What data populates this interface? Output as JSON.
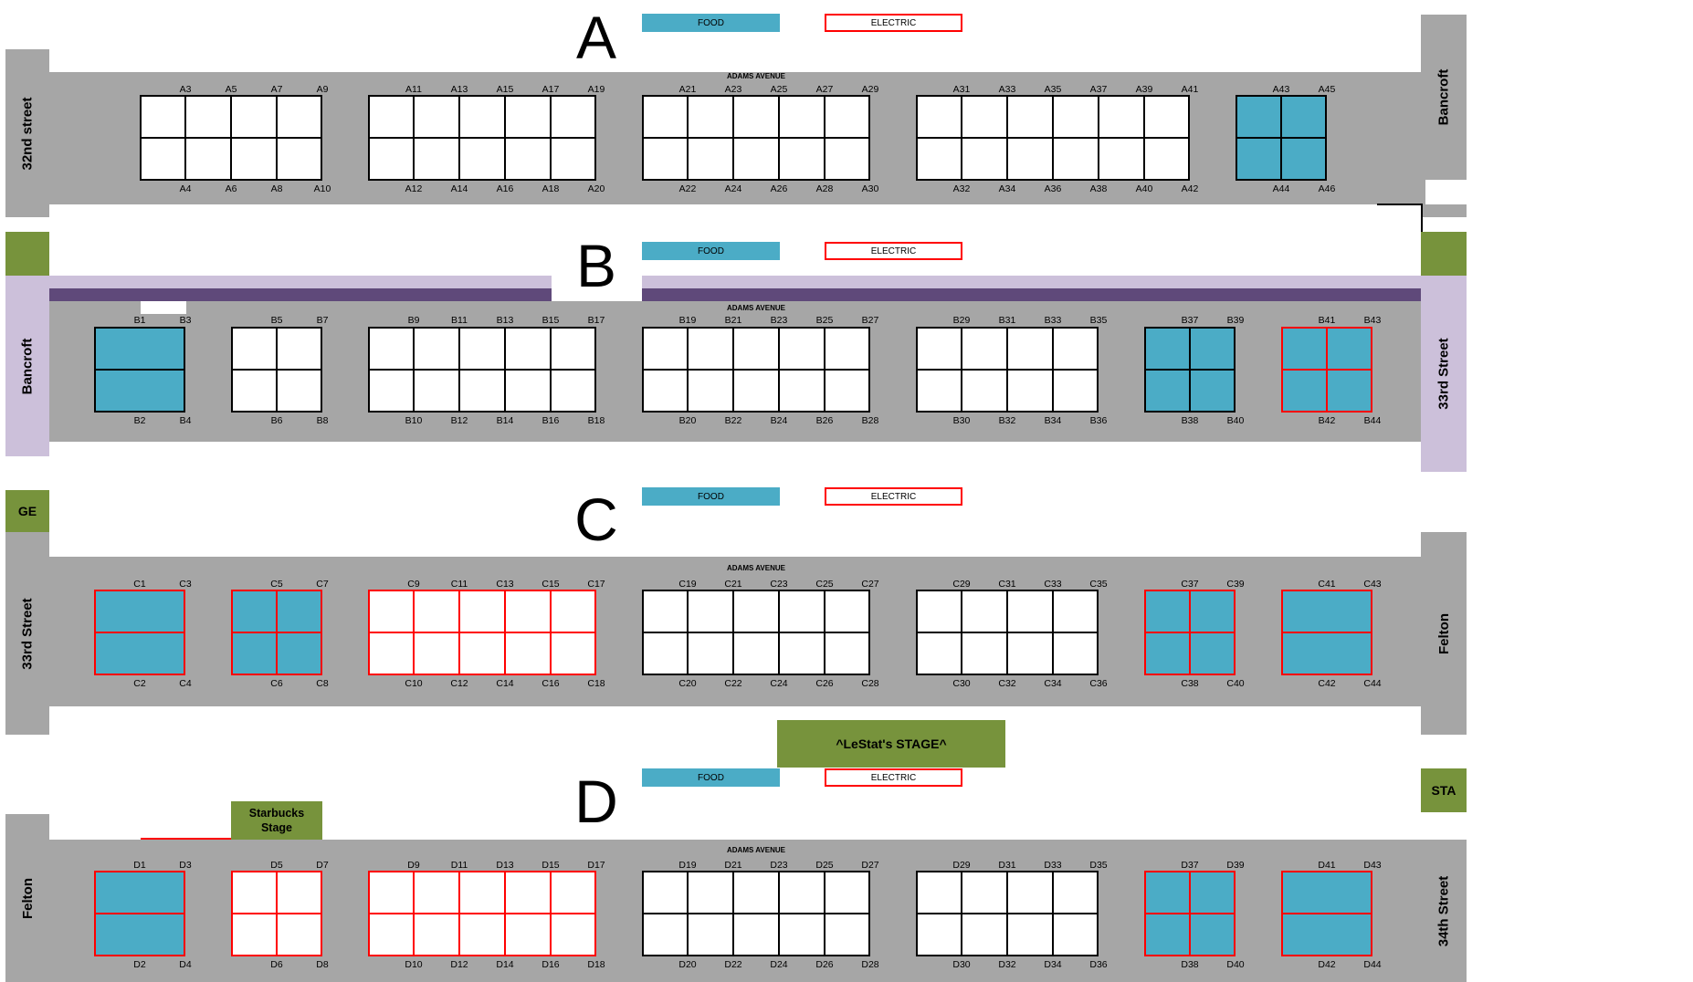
{
  "colors": {
    "road": "#a6a6a6",
    "lavender": "#ccc0da",
    "purple": "#5f497a",
    "green": "#77933c",
    "food": "#4bacc6",
    "electric_border": "#ff0000",
    "booth": "#ffffff"
  },
  "legend": {
    "food": "FOOD",
    "electric": "ELECTRIC"
  },
  "avenue_label": "ADAMS AVENUE",
  "stages": {
    "lestat": "^LeStat's STAGE^",
    "starbucks": "Starbucks Stage",
    "ge": "GE",
    "sta": "STA"
  },
  "sections": [
    {
      "letter": "A",
      "left_street": "32nd street",
      "right_street": "Bancroft",
      "groups": [
        {
          "top": [
            "A3",
            "A5",
            "A7",
            "A9"
          ],
          "bottom": [
            "A4",
            "A6",
            "A8",
            "A10"
          ],
          "food": false,
          "electric": false
        },
        {
          "top": [
            "A11",
            "A13",
            "A15",
            "A17",
            "A19"
          ],
          "bottom": [
            "A12",
            "A14",
            "A16",
            "A18",
            "A20"
          ],
          "food": false,
          "electric": false
        },
        {
          "top": [
            "A21",
            "A23",
            "A25",
            "A27",
            "A29"
          ],
          "bottom": [
            "A22",
            "A24",
            "A26",
            "A28",
            "A30"
          ],
          "food": false,
          "electric": false
        },
        {
          "top": [
            "A31",
            "A33",
            "A35",
            "A37",
            "A39",
            "A41"
          ],
          "bottom": [
            "A32",
            "A34",
            "A36",
            "A38",
            "A40",
            "A42"
          ],
          "food": false,
          "electric": false
        },
        {
          "top": [
            "A43",
            "A45"
          ],
          "bottom": [
            "A44",
            "A46"
          ],
          "food": true,
          "electric": false
        }
      ]
    },
    {
      "letter": "B",
      "left_street": "Bancroft",
      "right_street": "33rd Street",
      "groups": [
        {
          "top": [
            "B1",
            "B3"
          ],
          "bottom": [
            "B2",
            "B4"
          ],
          "food": true,
          "electric": false
        },
        {
          "top": [
            "B5",
            "B7"
          ],
          "bottom": [
            "B6",
            "B8"
          ],
          "food": false,
          "electric": false
        },
        {
          "top": [
            "B9",
            "B11",
            "B13",
            "B15",
            "B17"
          ],
          "bottom": [
            "B10",
            "B12",
            "B14",
            "B16",
            "B18"
          ],
          "food": false,
          "electric": false
        },
        {
          "top": [
            "B19",
            "B21",
            "B23",
            "B25",
            "B27"
          ],
          "bottom": [
            "B20",
            "B22",
            "B24",
            "B26",
            "B28"
          ],
          "food": false,
          "electric": false
        },
        {
          "top": [
            "B29",
            "B31",
            "B33",
            "B35"
          ],
          "bottom": [
            "B30",
            "B32",
            "B34",
            "B36"
          ],
          "food": false,
          "electric": false
        },
        {
          "top": [
            "B37",
            "B39"
          ],
          "bottom": [
            "B38",
            "B40"
          ],
          "food": true,
          "electric": false
        },
        {
          "top": [
            "B41",
            "B43"
          ],
          "bottom": [
            "B42",
            "B44"
          ],
          "food": true,
          "electric": true
        }
      ]
    },
    {
      "letter": "C",
      "left_street": "33rd Street",
      "right_street": "Felton",
      "groups": [
        {
          "top": [
            "C1",
            "C3"
          ],
          "bottom": [
            "C2",
            "C4"
          ],
          "food": true,
          "electric": true
        },
        {
          "top": [
            "C5",
            "C7"
          ],
          "bottom": [
            "C6",
            "C8"
          ],
          "food": true,
          "electric": true
        },
        {
          "top": [
            "C9",
            "C11",
            "C13",
            "C15",
            "C17"
          ],
          "bottom": [
            "C10",
            "C12",
            "C14",
            "C16",
            "C18"
          ],
          "food": false,
          "electric": true
        },
        {
          "top": [
            "C19",
            "C21",
            "C23",
            "C25",
            "C27"
          ],
          "bottom": [
            "C20",
            "C22",
            "C24",
            "C26",
            "C28"
          ],
          "food": false,
          "electric": false
        },
        {
          "top": [
            "C29",
            "C31",
            "C33",
            "C35"
          ],
          "bottom": [
            "C30",
            "C32",
            "C34",
            "C36"
          ],
          "food": false,
          "electric": false
        },
        {
          "top": [
            "C37",
            "C39"
          ],
          "bottom": [
            "C38",
            "C40"
          ],
          "food": true,
          "electric": true
        },
        {
          "top": [
            "C41",
            "C43"
          ],
          "bottom": [
            "C42",
            "C44"
          ],
          "food": true,
          "electric": true
        }
      ]
    },
    {
      "letter": "D",
      "left_street": "Felton",
      "right_street": "34th Street",
      "groups": [
        {
          "top": [
            "D1",
            "D3"
          ],
          "bottom": [
            "D2",
            "D4"
          ],
          "food": true,
          "electric": true
        },
        {
          "top": [
            "D5",
            "D7"
          ],
          "bottom": [
            "D6",
            "D8"
          ],
          "food": false,
          "electric": true
        },
        {
          "top": [
            "D9",
            "D11",
            "D13",
            "D15",
            "D17"
          ],
          "bottom": [
            "D10",
            "D12",
            "D14",
            "D16",
            "D18"
          ],
          "food": false,
          "electric": true
        },
        {
          "top": [
            "D19",
            "D21",
            "D23",
            "D25",
            "D27"
          ],
          "bottom": [
            "D20",
            "D22",
            "D24",
            "D26",
            "D28"
          ],
          "food": false,
          "electric": false
        },
        {
          "top": [
            "D29",
            "D31",
            "D33",
            "D35"
          ],
          "bottom": [
            "D30",
            "D32",
            "D34",
            "D36"
          ],
          "food": false,
          "electric": false
        },
        {
          "top": [
            "D37",
            "D39"
          ],
          "bottom": [
            "D38",
            "D40"
          ],
          "food": true,
          "electric": true
        },
        {
          "top": [
            "D41",
            "D43"
          ],
          "bottom": [
            "D42",
            "D44"
          ],
          "food": true,
          "electric": true
        }
      ]
    }
  ]
}
